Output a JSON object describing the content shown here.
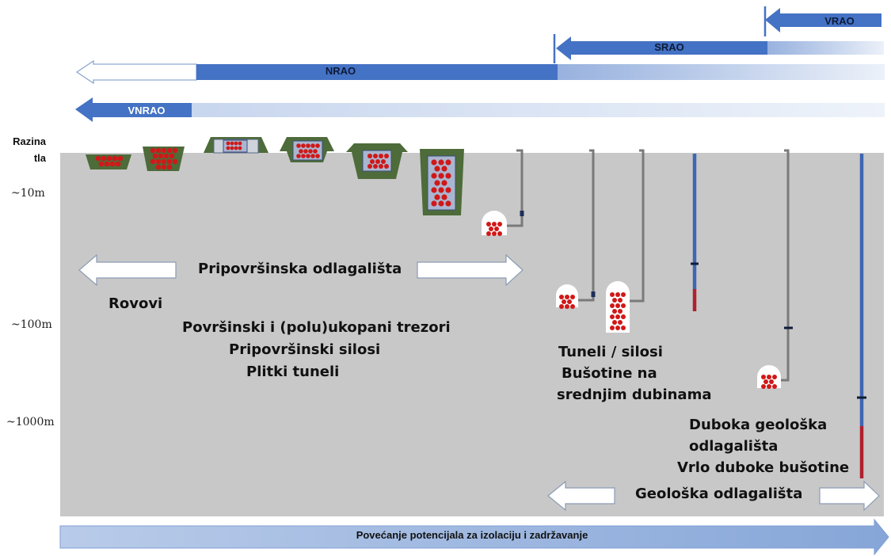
{
  "arrows": {
    "vrao": "VRAO",
    "srao": "SRAO",
    "nrao": "NRAO",
    "vnrao": "VNRAO"
  },
  "ground_label": "Razina tla",
  "ground_label_l1": "Razina",
  "ground_label_l2": "tla",
  "depths": {
    "d10": "~10m",
    "d100": "~100m",
    "d1000": "~1000m"
  },
  "labels": {
    "near_surface": "Pripovršinska odlagališta",
    "trenches": "Rovovi",
    "vaults": "Površinski i (polu)ukopani trezori",
    "silos": "Pripovršinski silosi",
    "shallow_tunnels": "Plitki tuneli",
    "tunnels_silos": "Tuneli / silosi",
    "boreholes_1": "Bušotine na",
    "boreholes_2": "srednjim dubinama",
    "deep_geo_1": "Duboka geološka",
    "deep_geo_2": "odlagališta",
    "very_deep": "Vrlo duboke bušotine",
    "geological": "Geološka odlagališta"
  },
  "bottom_arrow": "Povećanje potencijala za izolaciju i zadržavanje",
  "colors": {
    "arrow_blue": "#4472c4",
    "ground_gray": "#c8c8c8",
    "vault_green": "#4e6b3a",
    "waste_red": "#d01818",
    "borehole_red": "#b0202e"
  }
}
